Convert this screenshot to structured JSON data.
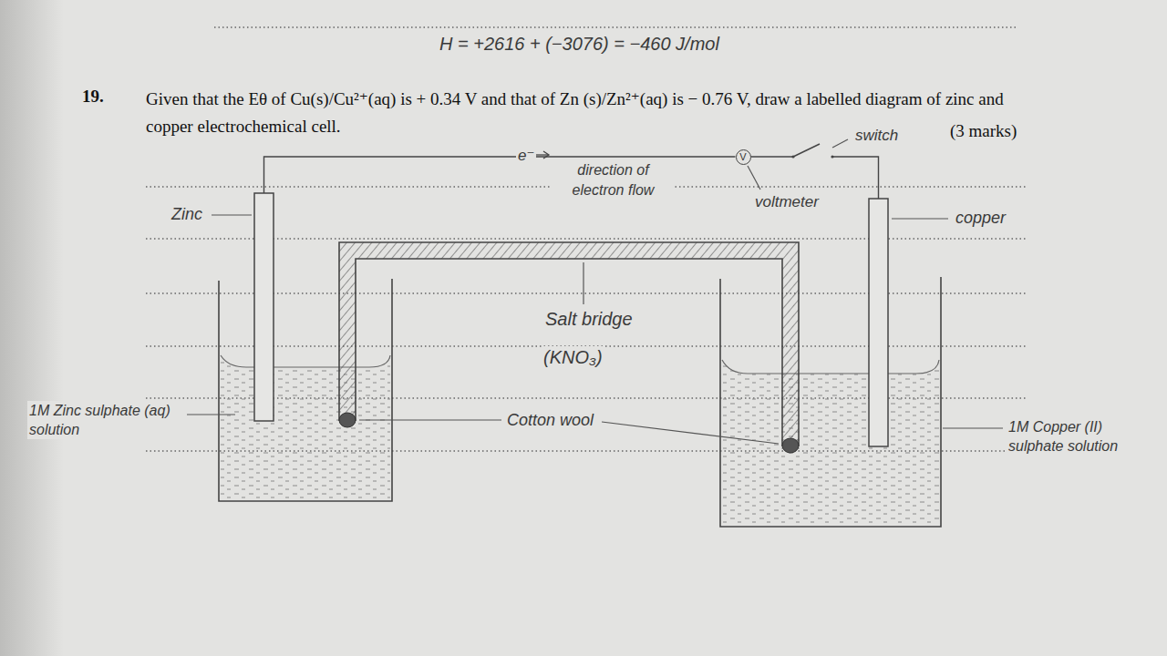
{
  "diagram": {
    "nodes": [
      {
        "text": [
          "V"
        ]
      }
    ],
    "labels": [
      "H = +2616 + (−3076) = −460 J/mol",
      "19.",
      "Given that the Eθ of Cu(s)/Cu²⁺(aq) is + 0.34 V and that of Zn (s)/Zn²⁺(aq) is − 0.76 V, draw a labelled diagram of zinc and copper electrochemical cell.",
      "(3 marks)",
      "switch",
      "e⁻",
      "direction of electron flow",
      "Zinc",
      "voltmeter",
      "copper",
      "Salt bridge",
      "(KNO₃)",
      "1M Zinc sulphate (aq) solution",
      "Cotton wool",
      "1M Copper (II) sulphate solution"
    ]
  }
}
